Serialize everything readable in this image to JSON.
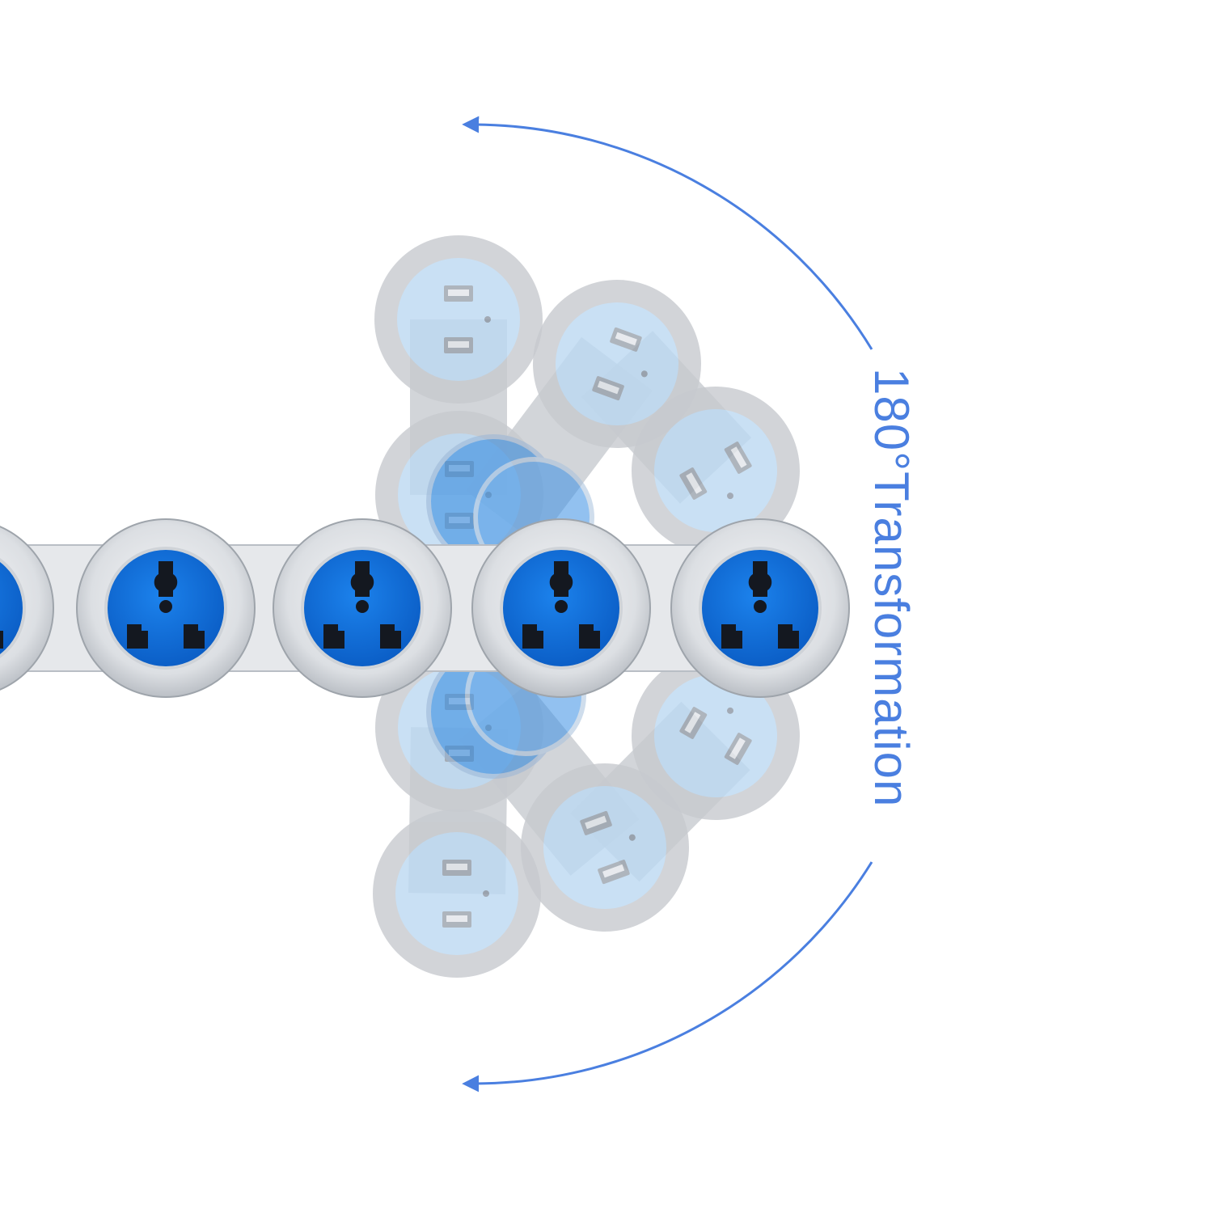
{
  "annotation": {
    "label": "180°Transformation",
    "color": "#4a7fe0"
  },
  "colors": {
    "socket_blue": "#0f6bd6",
    "socket_ring": "#c9ccd1",
    "usb_face": "#bcd9f2",
    "usb_ring": "#c7cacf",
    "background": "#ffffff"
  },
  "power_strip": {
    "main_socket_count": 5,
    "ghost_modules_up": 4,
    "ghost_modules_down": 4,
    "rotation_range_degrees": 180
  }
}
